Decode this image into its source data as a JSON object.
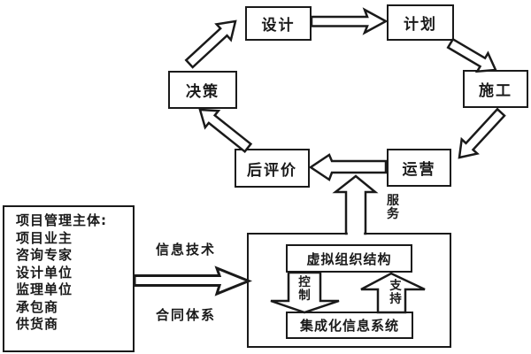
{
  "cycle": {
    "design": "设计",
    "plan": "计划",
    "construction": "施工",
    "operation": "运营",
    "post_evaluation": "后评价",
    "decision": "决策"
  },
  "stakeholders": {
    "title": "项目管理主体:",
    "items": [
      "项目业主",
      "咨询专家",
      "设计单位",
      "监理单位",
      "承包商",
      "供货商"
    ]
  },
  "labels": {
    "info_tech": "信息技术",
    "contract_system": "合同体系",
    "service": "服务",
    "control": "控制",
    "support": "支持"
  },
  "system": {
    "virtual_org": "虚拟组织结构",
    "integrated_info": "集成化信息系统"
  },
  "colors": {
    "line": "#1a1a1a",
    "background": "#ffffff"
  }
}
